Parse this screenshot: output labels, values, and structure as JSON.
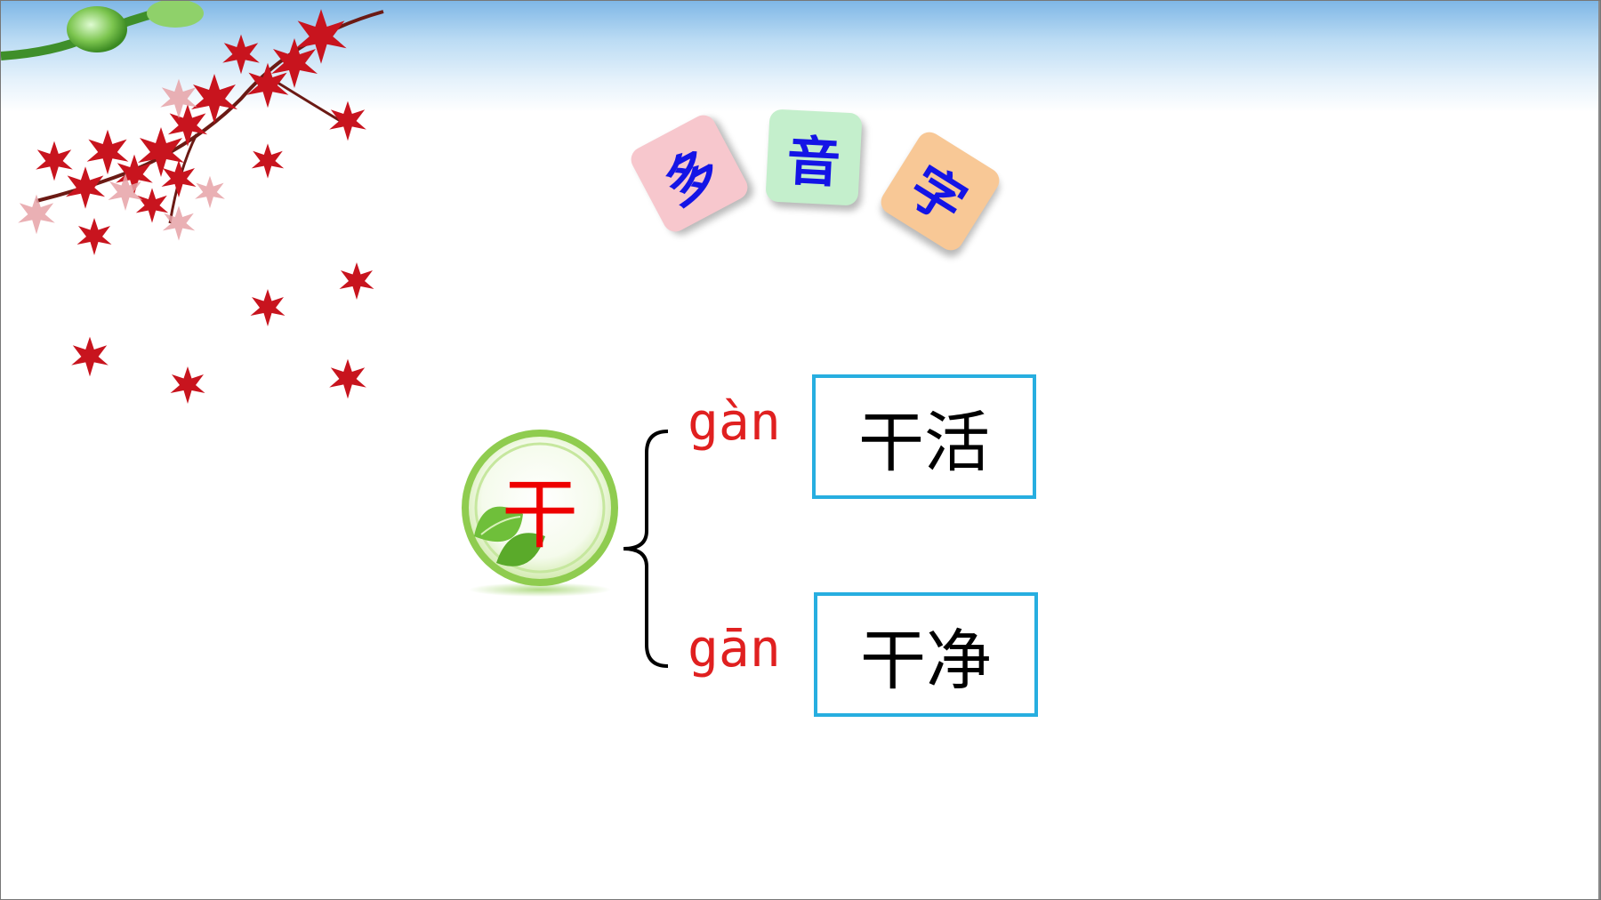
{
  "title": {
    "tiles": [
      "多",
      "音",
      "字"
    ],
    "colors": [
      "#f7c7cd",
      "#c4efcc",
      "#f8c896"
    ],
    "text_color": "#1414e6"
  },
  "main": {
    "character": "干",
    "character_color": "#ee0000",
    "readings": [
      {
        "pinyin": "gàn",
        "word": "干活"
      },
      {
        "pinyin": "gān",
        "word": "干净"
      }
    ],
    "pinyin_color": "#e02020",
    "box_border_color": "#27aee0"
  },
  "decoration": {
    "branch_icon": "maple-branch-icon",
    "orb_icon": "green-leaf-orb-icon",
    "brace_icon": "curly-brace-icon"
  }
}
